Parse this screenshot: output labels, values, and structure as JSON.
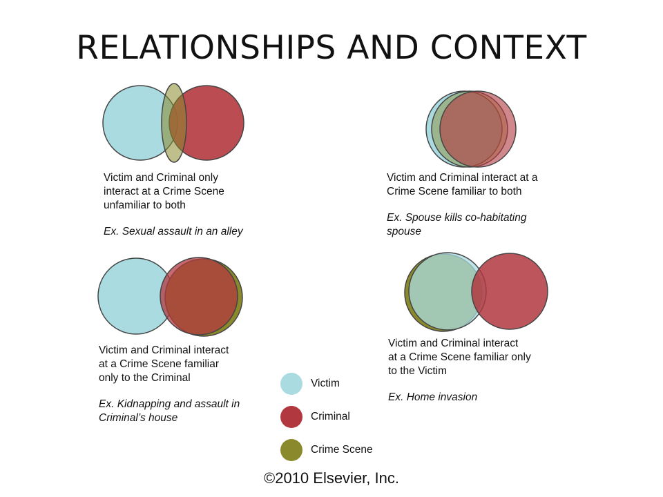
{
  "title": "RELATIONSHIPS AND CONTEXT",
  "colors": {
    "victim": "#a9dbe0",
    "criminal": "#b2383f",
    "scene": "#8a8a2c",
    "outline": "#444444"
  },
  "panels": [
    {
      "caption": [
        "Victim and Criminal only",
        "interact at a Crime Scene",
        "unfamiliar to both"
      ],
      "example": "Ex. Sexual assault in an alley"
    },
    {
      "caption": [
        "Victim and Criminal interact at a",
        "Crime Scene familiar to both"
      ],
      "example": [
        "Ex. Spouse kills co-habitating",
        "spouse"
      ]
    },
    {
      "caption": [
        "Victim and Criminal interact",
        "at a Crime Scene familiar",
        "only to the Criminal"
      ],
      "example": [
        "Ex. Kidnapping and assault in",
        "Criminal’s house"
      ]
    },
    {
      "caption": [
        "Victim and Criminal interact",
        "at a Crime Scene familiar only",
        "to the Victim"
      ],
      "example": "Ex. Home invasion"
    }
  ],
  "legend": [
    {
      "label": "Victim",
      "color": "#a9dbe0"
    },
    {
      "label": "Criminal",
      "color": "#b2383f"
    },
    {
      "label": "Crime Scene",
      "color": "#8a8a2c"
    }
  ],
  "footer": "©2010 Elsevier, Inc."
}
